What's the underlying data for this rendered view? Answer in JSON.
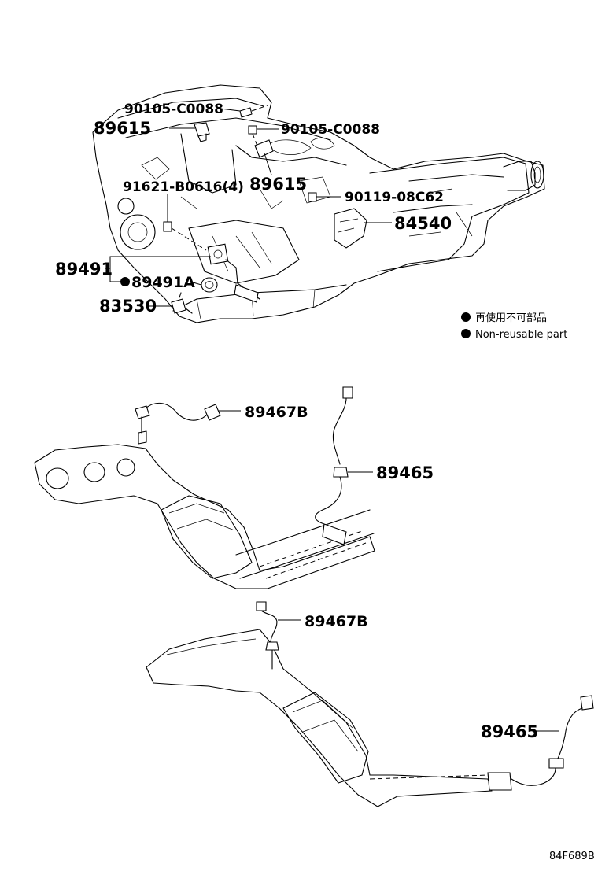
{
  "callouts": {
    "c1": "90105-C0088",
    "c2": "89615",
    "c3": "90105-C0088",
    "c4": "89615",
    "c5": "91621-B0616(4)",
    "c6": "90119-08C62",
    "c7": "84540",
    "c8": "89491",
    "c9": "89491A",
    "c10": "83530",
    "c11": "89467B",
    "c12": "89465",
    "c13": "89467B",
    "c14": "89465"
  },
  "legend": {
    "jp": "再使用不可部品",
    "en": "Non-reusable part"
  },
  "drawing_code": "84F689B",
  "colors": {
    "ink": "#000000",
    "paper": "#ffffff"
  }
}
